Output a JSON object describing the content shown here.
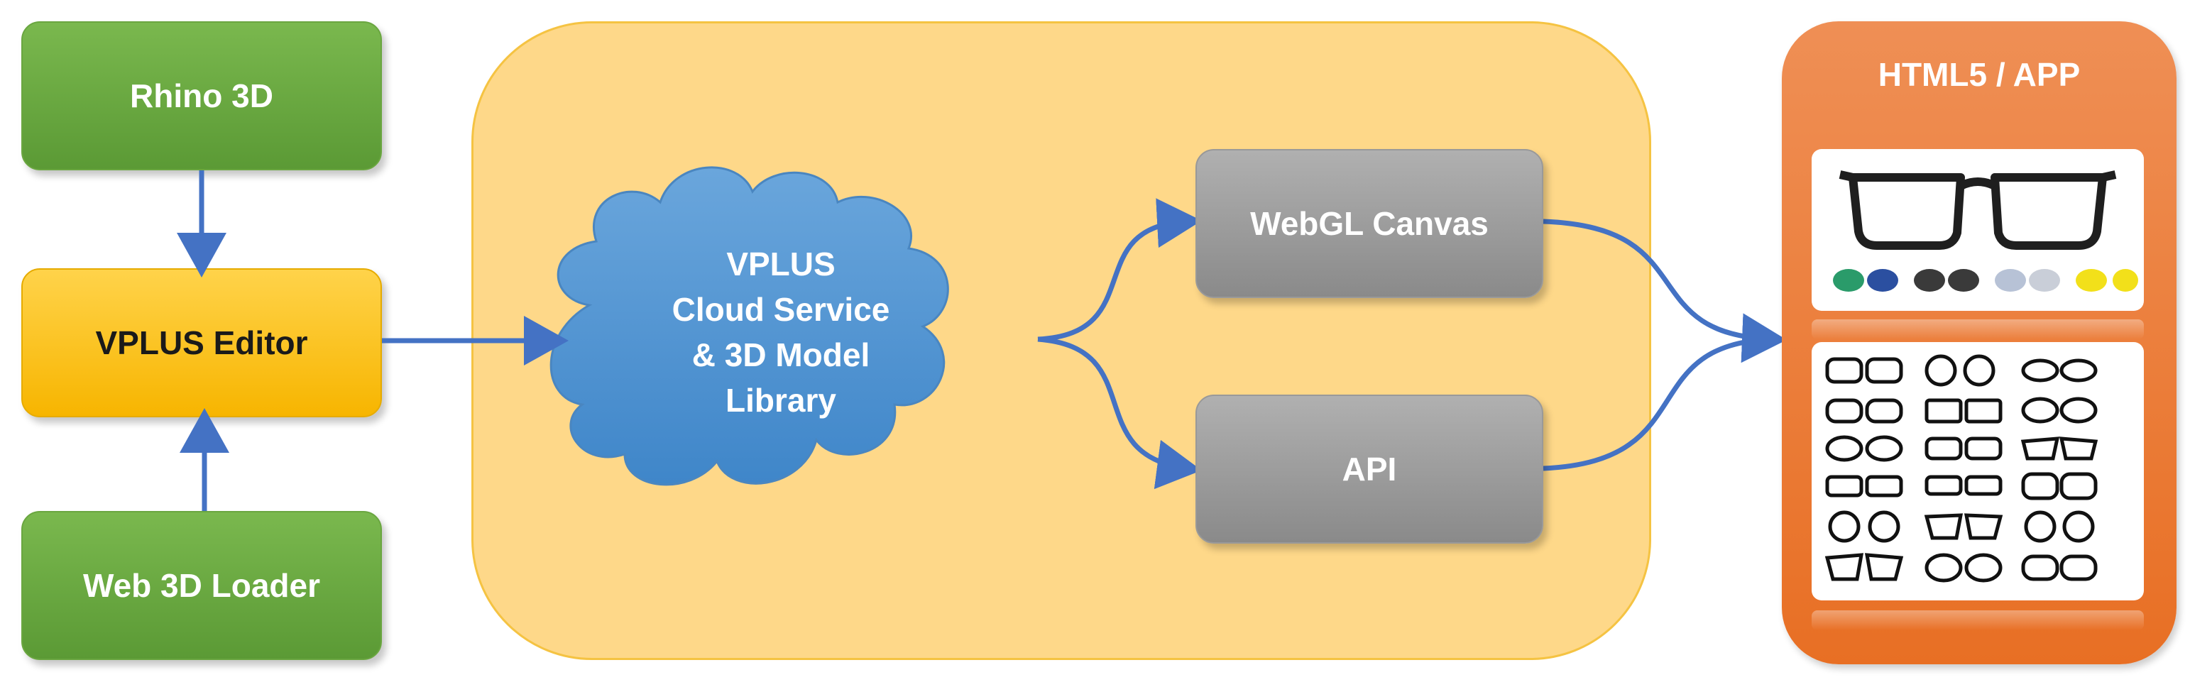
{
  "sources": {
    "rhino": "Rhino 3D",
    "editor": "VPLUS Editor",
    "loader": "Web 3D Loader"
  },
  "cloud": {
    "line1": "VPLUS",
    "line2": "Cloud Service",
    "line3": "& 3D Model",
    "line4": "Library"
  },
  "outputs": {
    "webgl": "WebGL Canvas",
    "api": "API"
  },
  "client": {
    "title": "HTML5 / APP"
  },
  "colors": {
    "arrow": "#4472c4",
    "green": "#70ad47",
    "yellow": "#ffc000",
    "panel": "#fed889",
    "cloud": "#5b9bd5",
    "gray": "#a5a5a5",
    "orange": "#ed7d31"
  }
}
